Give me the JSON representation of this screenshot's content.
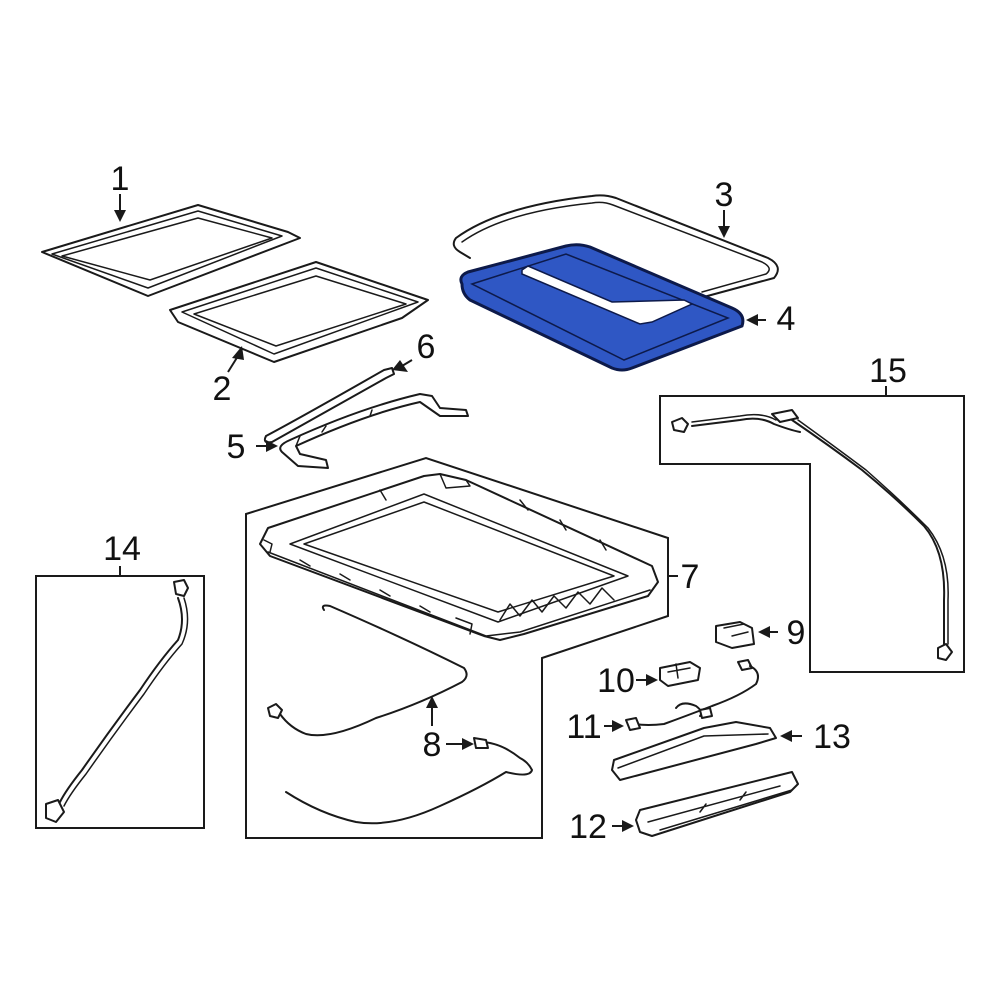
{
  "colors": {
    "background": "#ffffff",
    "line": "#1a1a1a",
    "highlight_fill": "#2f57c4",
    "highlight_stroke": "#0d1a4a"
  },
  "highlighted_part": "4",
  "callouts": [
    {
      "id": "1",
      "label": "1"
    },
    {
      "id": "2",
      "label": "2"
    },
    {
      "id": "3",
      "label": "3"
    },
    {
      "id": "4",
      "label": "4"
    },
    {
      "id": "5",
      "label": "5"
    },
    {
      "id": "6",
      "label": "6"
    },
    {
      "id": "7",
      "label": "7"
    },
    {
      "id": "8",
      "label": "8"
    },
    {
      "id": "9",
      "label": "9"
    },
    {
      "id": "10",
      "label": "10"
    },
    {
      "id": "11",
      "label": "11"
    },
    {
      "id": "12",
      "label": "12"
    },
    {
      "id": "13",
      "label": "13"
    },
    {
      "id": "14",
      "label": "14"
    },
    {
      "id": "15",
      "label": "15"
    }
  ]
}
